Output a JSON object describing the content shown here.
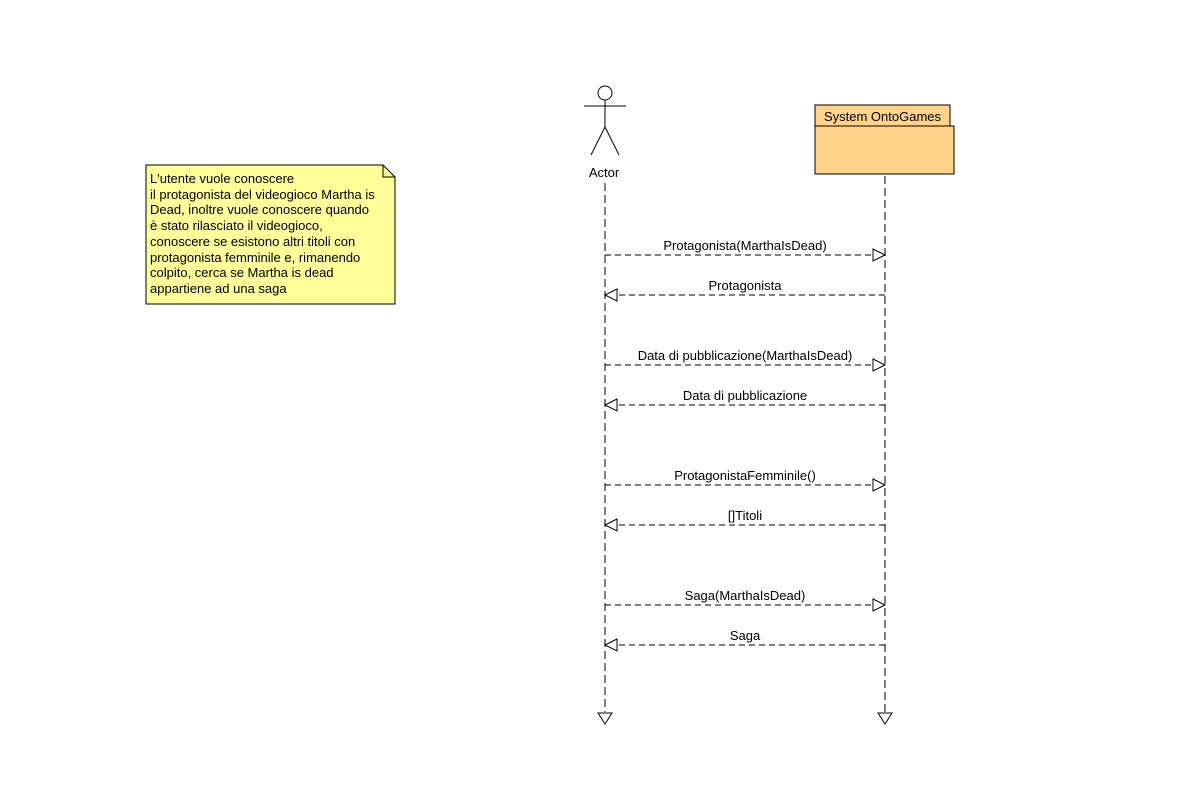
{
  "note": {
    "lines": [
      "L'utente vuole conoscere",
      "il protagonista del videogioco Martha is",
      "Dead, inoltre vuole conoscere quando",
      "è stato rilasciato il videogioco,",
      "conoscere se esistono altri titoli con",
      "protagonista femminile e, rimanendo",
      "colpito, cerca se Martha is dead",
      "appartiene ad una saga"
    ],
    "fill": "#ffff99"
  },
  "actor": {
    "name": "Actor"
  },
  "system": {
    "name": "System OntoGames",
    "fill": "#ffd38a"
  },
  "messages": [
    {
      "label": "Protagonista(MarthaIsDead)",
      "direction": "to-system"
    },
    {
      "label": "Protagonista",
      "direction": "to-actor"
    },
    {
      "label": "Data di pubblicazione(MarthaIsDead)",
      "direction": "to-system"
    },
    {
      "label": "Data di pubblicazione",
      "direction": "to-actor"
    },
    {
      "label": "ProtagonistaFemminile()",
      "direction": "to-system"
    },
    {
      "label": "[]Titoli",
      "direction": "to-actor"
    },
    {
      "label": "Saga(MarthaIsDead)",
      "direction": "to-system"
    },
    {
      "label": "Saga",
      "direction": "to-actor"
    }
  ]
}
